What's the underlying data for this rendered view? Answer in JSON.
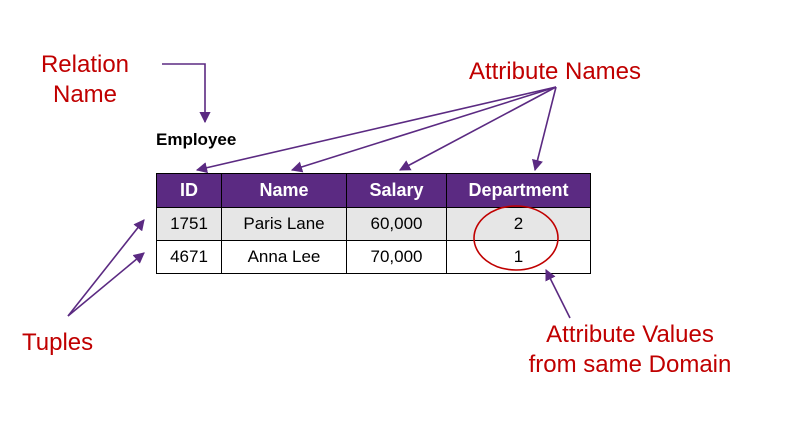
{
  "labels": {
    "relation_name": [
      "Relation",
      "Name"
    ],
    "attribute_names": "Attribute Names",
    "tuples": "Tuples",
    "attribute_values": [
      "Attribute Values",
      "from same Domain"
    ]
  },
  "table": {
    "title": "Employee",
    "headers": [
      "ID",
      "Name",
      "Salary",
      "Department"
    ],
    "rows": [
      [
        "1751",
        "Paris Lane",
        "60,000",
        "2"
      ],
      [
        "4671",
        "Anna Lee",
        "70,000",
        "1"
      ]
    ]
  },
  "colors": {
    "header_bg": "#5b2a82",
    "arrow": "#5b2a82",
    "label": "#c00000",
    "row_alt": "#e6e6e6"
  }
}
